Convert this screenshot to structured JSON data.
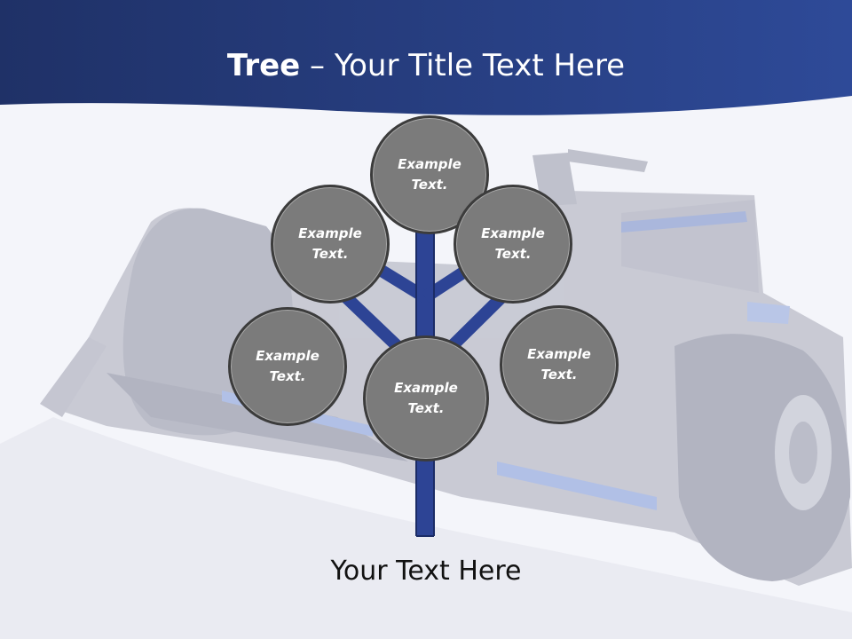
{
  "header": {
    "title_bold": "Tree",
    "title_rest": " – Your Title Text Here"
  },
  "tree": {
    "nodes": [
      {
        "id": "top",
        "line1": "Example",
        "line2": "Text."
      },
      {
        "id": "upper-left",
        "line1": "Example",
        "line2": "Text."
      },
      {
        "id": "upper-right",
        "line1": "Example",
        "line2": "Text."
      },
      {
        "id": "lower-left",
        "line1": "Example",
        "line2": "Text."
      },
      {
        "id": "center",
        "line1": "Example",
        "line2": "Text."
      },
      {
        "id": "lower-right",
        "line1": "Example",
        "line2": "Text."
      }
    ]
  },
  "footer": {
    "text": "Your Text Here"
  },
  "colors": {
    "header_band": "#233a74",
    "trunk": "#2d4495",
    "circle_fill": "#7b7b7b",
    "circle_border": "#3c3c3c",
    "background": "#f4f5fa"
  },
  "icons": {
    "background_image": "race-car-illustration"
  }
}
